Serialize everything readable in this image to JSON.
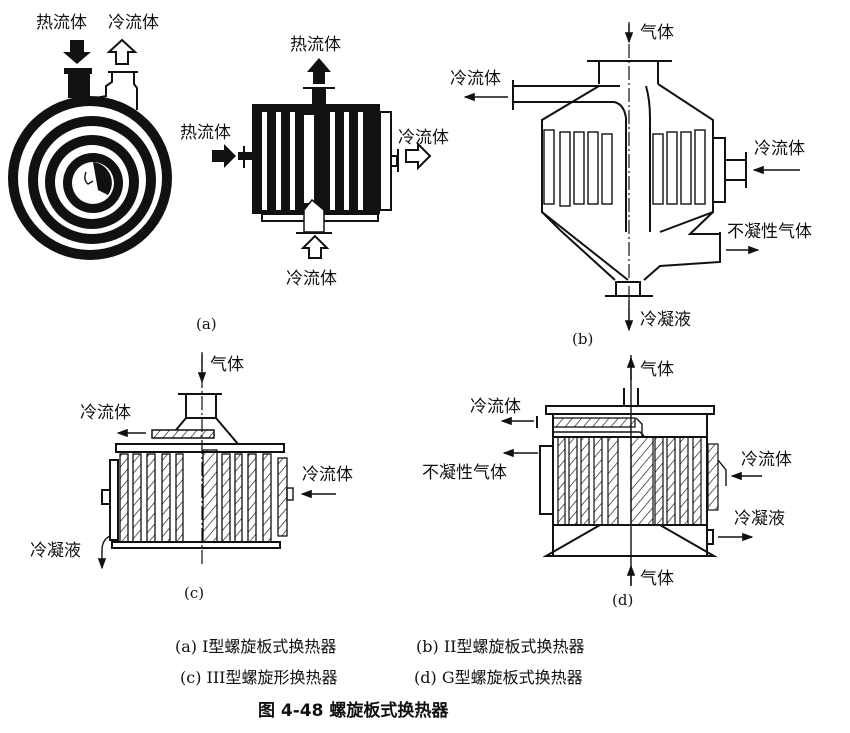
{
  "figure": {
    "title": "图 4-48 螺旋板式换热器",
    "captions": [
      "(a) I型螺旋板式换热器",
      "(b) II型螺旋板式换热器",
      "(c) III型螺旋形换热器",
      "(d) G型螺旋板式换热器"
    ]
  },
  "panel_a": {
    "label": "(a)",
    "spiral": {
      "hot_in": "热流体",
      "cold_out": "冷流体"
    },
    "block": {
      "hot_out": "热流体",
      "hot_in": "热流体",
      "cold_out": "冷流体",
      "cold_in": "冷流体"
    }
  },
  "panel_b": {
    "label": "(b)",
    "gas_in": "气体",
    "cold_out": "冷流体",
    "cold_in": "冷流体",
    "noncondensable": "不凝性气体",
    "condensate": "冷凝液"
  },
  "panel_c": {
    "label": "(c)",
    "gas_in": "气体",
    "cold_out": "冷流体",
    "cold_in": "冷流体",
    "condensate": "冷凝液"
  },
  "panel_d": {
    "label": "(d)",
    "gas_out": "气体",
    "cold_out": "冷流体",
    "noncondensable": "不凝性气体",
    "cold_in": "冷流体",
    "condensate": "冷凝液",
    "gas_in": "气体"
  },
  "colors": {
    "ink": "#111111",
    "paper": "#ffffff"
  }
}
